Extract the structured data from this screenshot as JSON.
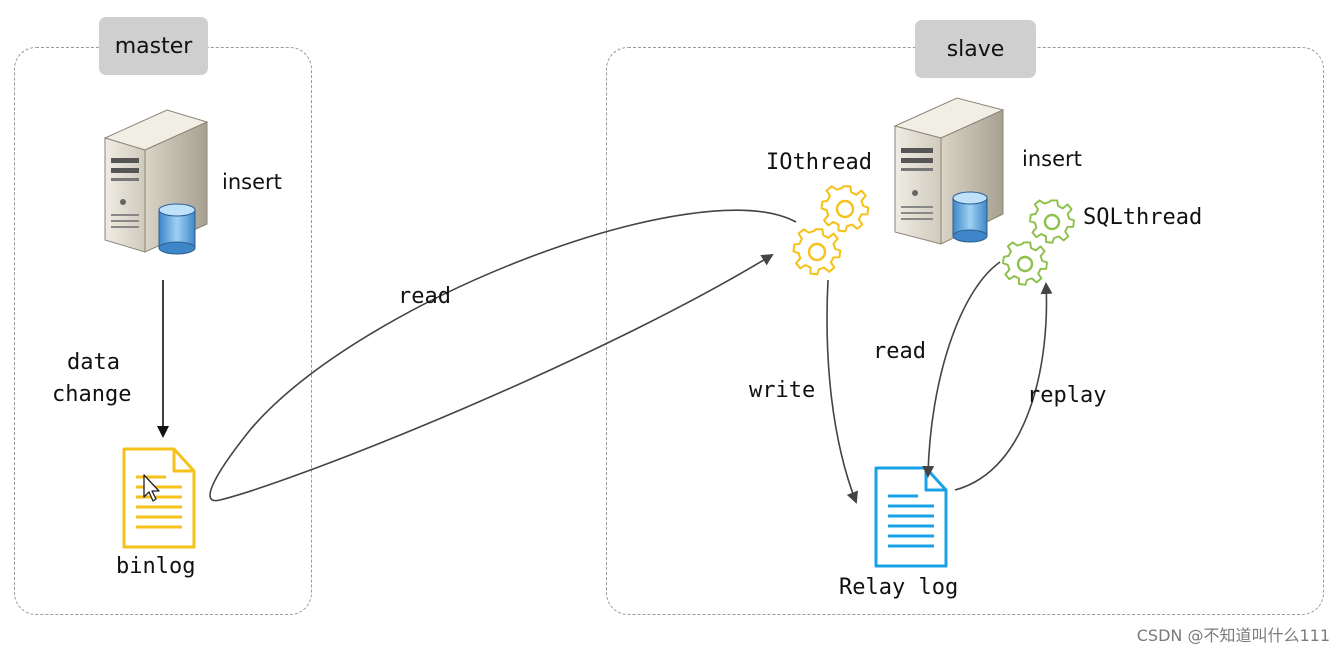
{
  "master": {
    "tag": "master",
    "server_label": "insert",
    "edge_label_line1": "data",
    "edge_label_line2": "change",
    "file_label": "binlog"
  },
  "slave": {
    "tag": "slave",
    "server_label": "insert",
    "io_thread": "IOthread",
    "sql_thread": "SQLthread",
    "write_label": "write",
    "read_label": "read",
    "replay_label": "replay",
    "file_label": "Relay log"
  },
  "link": {
    "read_label": "read"
  },
  "watermark": "CSDN @不知道叫什么111",
  "colors": {
    "binlog": "#f5c21a",
    "relay": "#1aa0e6",
    "io_gear": "#f5c21a",
    "sql_gear": "#8cc04a",
    "arrow": "#444444"
  }
}
